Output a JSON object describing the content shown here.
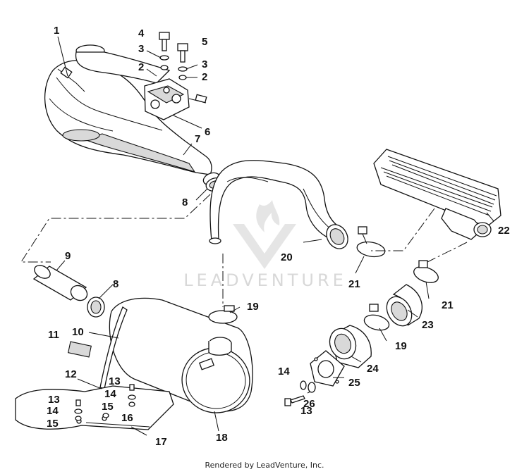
{
  "watermark": "LEADVENTURE",
  "caption": "Rendered by LeadVenture, Inc.",
  "callouts": {
    "c1": "1",
    "c2a": "2",
    "c2b": "2",
    "c3a": "3",
    "c3b": "3",
    "c4": "4",
    "c5": "5",
    "c6": "6",
    "c7": "7",
    "c8a": "8",
    "c8b": "8",
    "c9": "9",
    "c10": "10",
    "c11": "11",
    "c12": "12",
    "c13a": "13",
    "c13b": "13",
    "c13c": "13",
    "c14a": "14",
    "c14b": "14",
    "c14c": "14",
    "c15a": "15",
    "c15b": "15",
    "c16": "16",
    "c17": "17",
    "c18": "18",
    "c19a": "19",
    "c19b": "19",
    "c20": "20",
    "c21a": "21",
    "c21b": "21",
    "c22": "22",
    "c23": "23",
    "c24": "24",
    "c25": "25",
    "c26": "26"
  }
}
